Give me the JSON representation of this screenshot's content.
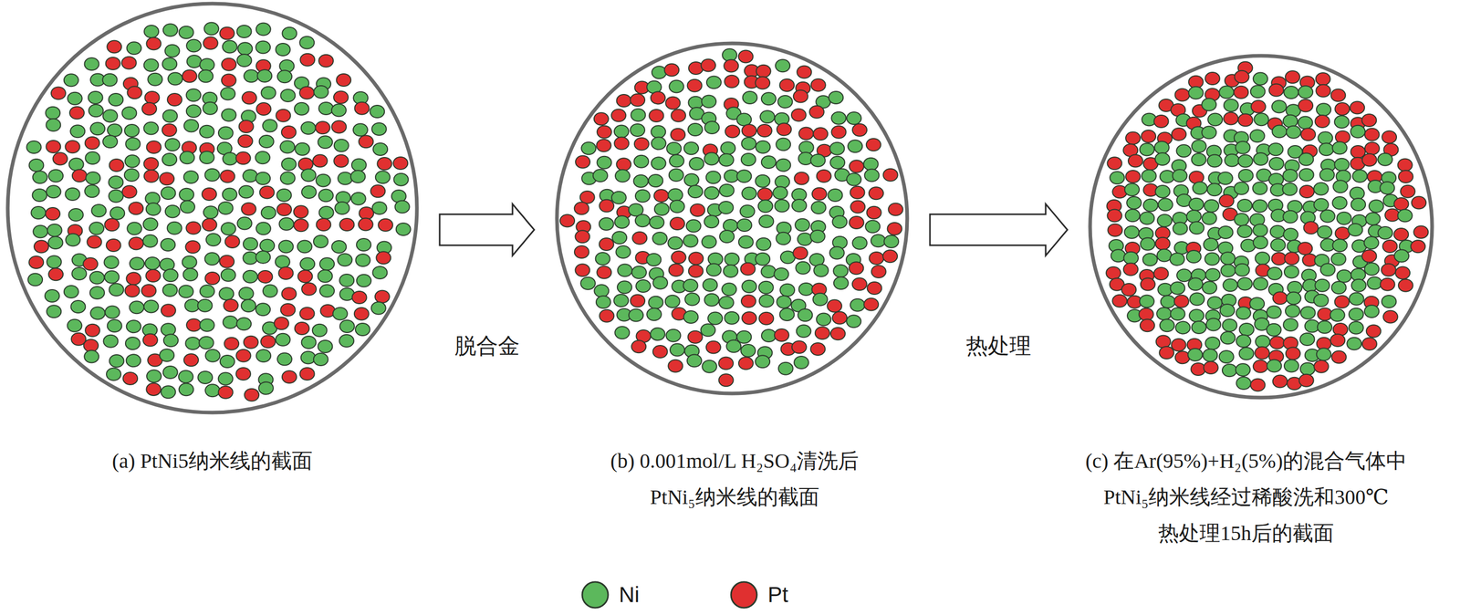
{
  "diagram": {
    "nodes": [
      {
        "text": [
          "(a) PtNi5纳米线的截面"
        ]
      },
      {
        "text": [
          "(b) 0.001mol/L H₂SO₄清洗后 PtNi₅纳米线的截面"
        ]
      },
      {
        "text": [
          "(c) 在Ar(95%)+H₂(5%)的混合气体中 PtNi₅纳米线经过稀酸洗和300℃ 热处理15h后的截面"
        ]
      }
    ],
    "edges": [
      {
        "from": 0,
        "to": 1,
        "arrow": "to",
        "label": "脱合金"
      },
      {
        "from": 1,
        "to": 2,
        "arrow": "to",
        "label": "热处理"
      }
    ],
    "legend": [
      {
        "text": "Ni",
        "color": "#5cb85c"
      },
      {
        "text": "Pt",
        "color": "#e03030"
      }
    ]
  }
}
